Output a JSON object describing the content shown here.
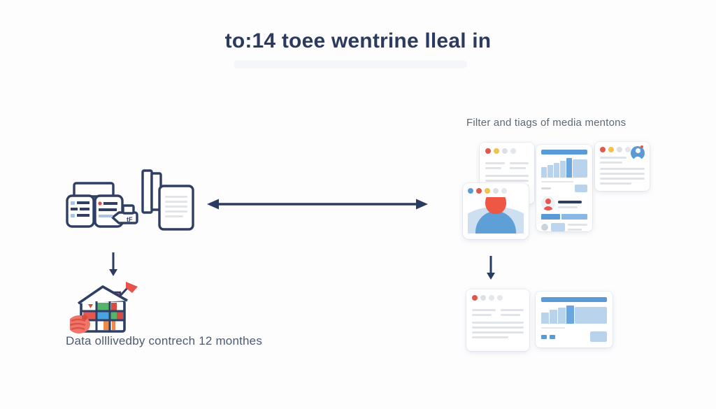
{
  "title": "to:14 toee wentrine lleal in",
  "right_section": {
    "label": "Filter and tiags of media mentons"
  },
  "bottom_left": {
    "caption": "Data olllivedby contrech 12 monthes"
  },
  "left_cluster": {
    "tag_label": "tF"
  },
  "palette": {
    "navy_outline": "#2e3f63",
    "title_navy": "#2c3a5e",
    "arrow_navy": "#2b3c63",
    "coral_red": "#e8564e",
    "yellow": "#f0c24f",
    "blue": "#5b9bd5",
    "light_blue": "#b9d3ed",
    "pale_blue": "#cfdff2",
    "green": "#53b46a",
    "orange": "#f08a4b",
    "placeholder_gray": "#e0e4e9",
    "label_gray": "#5d6873"
  },
  "icons": {
    "left_cluster": [
      "archive-box-icon",
      "tag-icon",
      "folder-stack-icon",
      "document-icon"
    ],
    "connectors": [
      "double-headed-arrow-icon",
      "down-arrow-icon",
      "down-arrow-icon"
    ],
    "bottom_left": "house-grid-calendar-icon",
    "right_cards": [
      "browser-dots",
      "person-avatar-icon",
      "bar-chart-placeholder",
      "profile-card-placeholder"
    ]
  }
}
